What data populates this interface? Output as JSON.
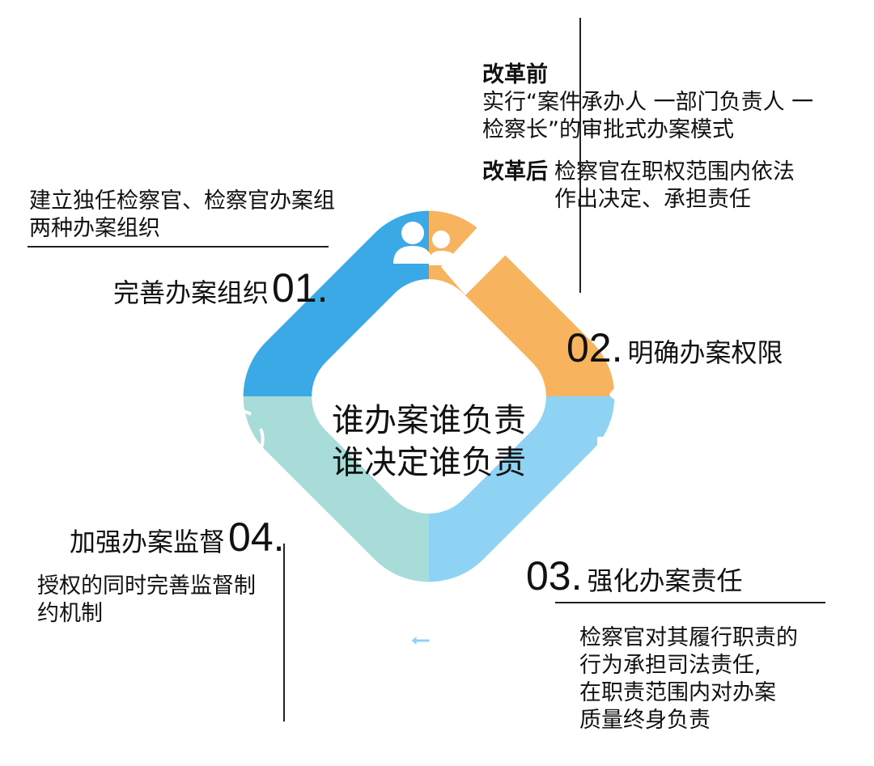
{
  "center": {
    "line1": "谁办案谁负责",
    "line2": "谁决定谁负责"
  },
  "steps": [
    {
      "number": "01.",
      "title": "完善办案组织",
      "color": "#3aa9e5",
      "icon": "users-icon",
      "description": [
        "建立独任检察官、检察官办案组",
        "两种办案组织"
      ]
    },
    {
      "number": "02.",
      "title": "明确办案权限",
      "color": "#f7b35d",
      "icon": "gavel-icon",
      "before_label": "改革前",
      "before_text": [
        "实行“案件承办人 一部门负责人 一",
        "检察长”的审批式办案模式"
      ],
      "after_label": "改革后",
      "after_text": [
        "检察官在职权范围内依法",
        "作出决定、承担责任"
      ]
    },
    {
      "number": "03.",
      "title": "强化办案责任",
      "color": "#8fd3f4",
      "icon": "person-return-icon",
      "description": [
        "检察官对其履行职责的",
        "行为承担司法责任,",
        "在职责范围内对办案",
        "质量终身负责"
      ]
    },
    {
      "number": "04.",
      "title": "加强办案监督",
      "color": "#a8dcd8",
      "icon": "eye-cycle-icon",
      "description": [
        "授权的同时完善监督制",
        "约机制"
      ]
    }
  ]
}
